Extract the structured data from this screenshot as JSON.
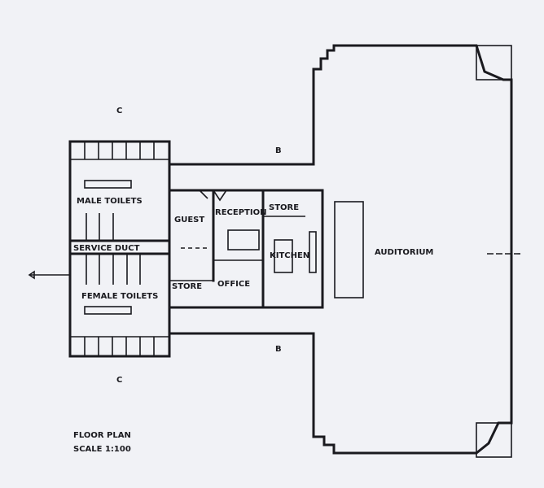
{
  "title": "FLOOR PLAN",
  "scale": "SCALE 1:100",
  "rooms": {
    "male_toilets": "MALE TOILETS",
    "service_duct": "SERVICE DUCT",
    "female_toilets": "FEMALE TOILETS",
    "guest": "GUEST",
    "reception": "RECEPTION",
    "store": "STORE",
    "kitchen": "KITCHEN",
    "office": "OFFICE",
    "store_small": "STORE",
    "auditorium": "AUDITORIUM"
  },
  "section_marks": {
    "c": "C",
    "b": "B"
  }
}
